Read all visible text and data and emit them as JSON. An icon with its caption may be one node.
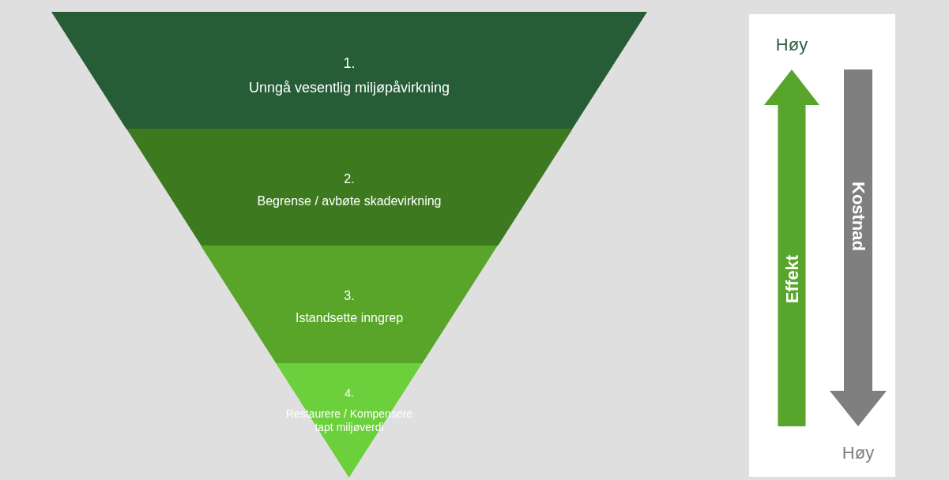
{
  "diagram": {
    "nodes": [
      {
        "text": [
          "1.",
          "Unngå vesentlig miljøpåvirkning"
        ]
      },
      {
        "text": [
          "2.",
          "Begrense / avbøte skadevirkning"
        ]
      },
      {
        "text": [
          "3.",
          "Istandsette inngrep"
        ]
      },
      {
        "text": [
          "4.",
          "Restaurere / Kompensere tapt miljøverdi"
        ]
      },
      {
        "text": [],
        "shape": "box"
      },
      {
        "text": [
          "Effekt"
        ],
        "in": 4,
        "beside": [
          "Høy"
        ]
      },
      {
        "text": [
          "Kostnad"
        ],
        "in": 4,
        "beside": [
          "Høy"
        ]
      }
    ]
  }
}
